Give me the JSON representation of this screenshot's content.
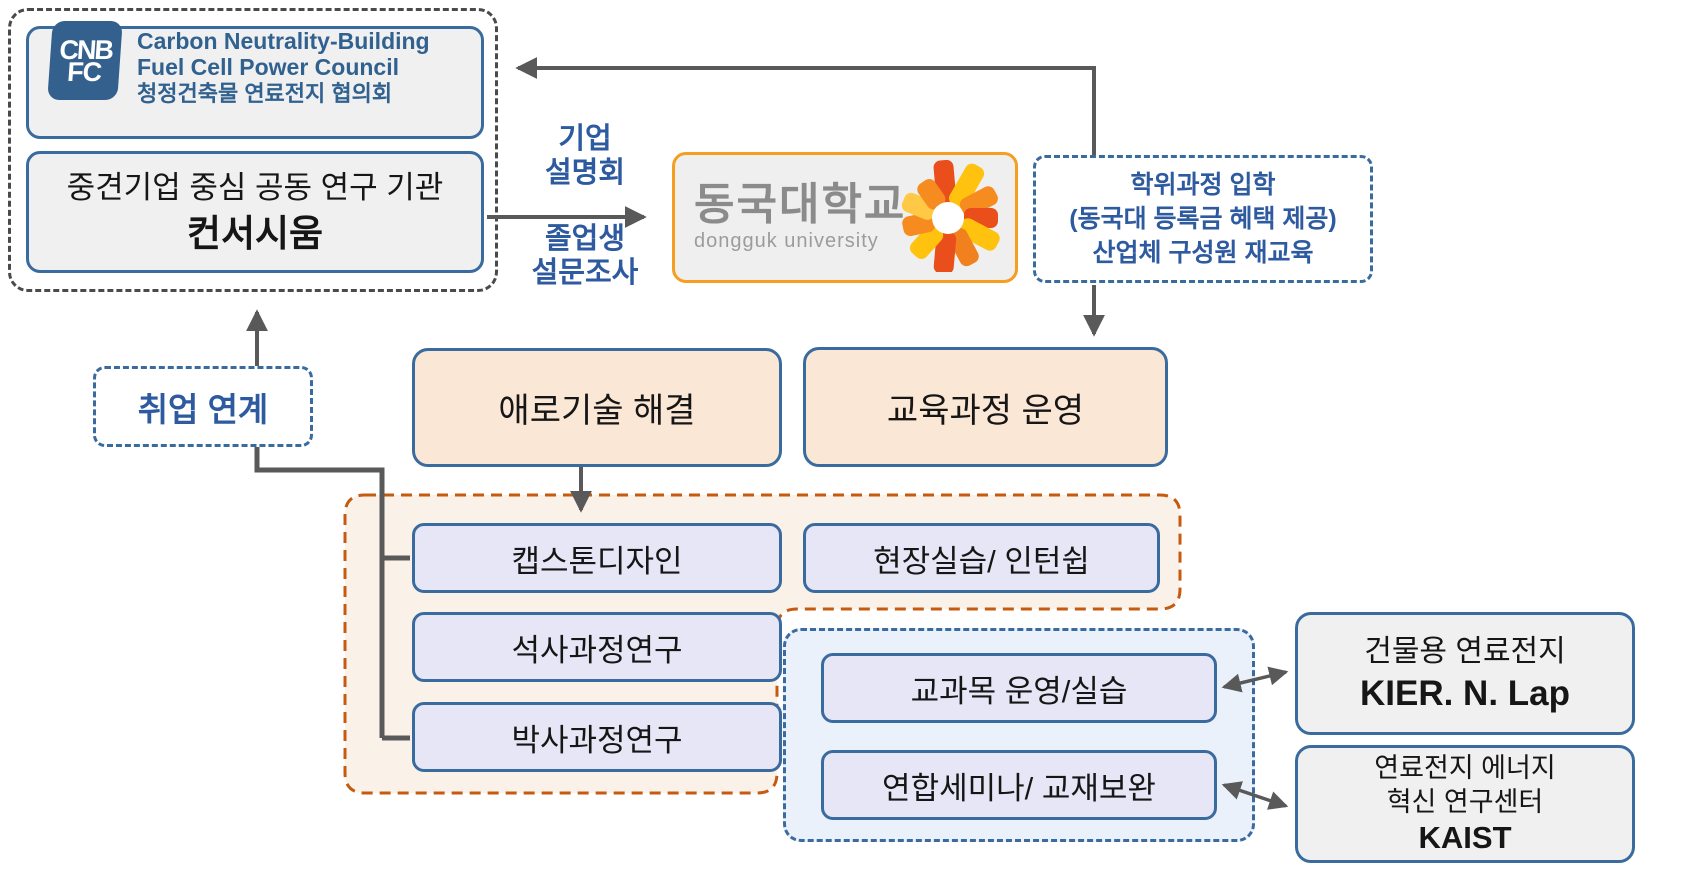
{
  "council": {
    "logo_top": "CNB",
    "logo_bottom": "FC",
    "name_line1": "Carbon Neutrality-Building",
    "name_line2": "Fuel Cell Power Council",
    "name_line3": "청정건축물 연료전지 협의회",
    "consortium_line1": "중견기업 중심 공동 연구 기관",
    "consortium_line2": "컨서시움"
  },
  "labels": {
    "company_briefing_line1": "기업",
    "company_briefing_line2": "설명회",
    "graduate_survey_line1": "졸업생",
    "graduate_survey_line2": "설문조사",
    "employment_link": "취업 연계"
  },
  "university": {
    "name": "동국대학교",
    "name_en": "dongguk university"
  },
  "admission": {
    "line1": "학위과정 입학",
    "line2": "(동국대 등록금 혜택 제공)",
    "line3": "산업체 구성원 재교육"
  },
  "programs": {
    "tech_support": "애로기술 해결",
    "curriculum": "교육과정 운영"
  },
  "research_group": {
    "capstone": "캡스톤디자인",
    "internship": "현장실습/ 인턴쉽",
    "masters": "석사과정연구",
    "doctoral": "박사과정연구"
  },
  "course_group": {
    "course_ops": "교과목 운영/실습",
    "seminar": "연합세미나/ 교재보완"
  },
  "partners": {
    "kier_line1": "건물용 연료전지",
    "kier_line2": "KIER. N. Lap",
    "kaist_line1": "연료전지 에너지",
    "kaist_line2": "혁신 연구센터",
    "kaist_line3": "KAIST"
  },
  "colors": {
    "box_border_blue": "#3A6B9E",
    "text_blue": "#2E5AA0",
    "dongguk_orange": "#F59E20",
    "dashed_orange": "#C55A11",
    "arrow_gray": "#595959",
    "peach_fill": "#FBE7D5",
    "lavender_fill": "#E7E6F6",
    "light_blue_fill": "#EAF1FB",
    "cream_fill": "#FAF2E8",
    "gray_fill": "#F0F0F1",
    "cnbfc_logo_blue": "#33608C"
  }
}
